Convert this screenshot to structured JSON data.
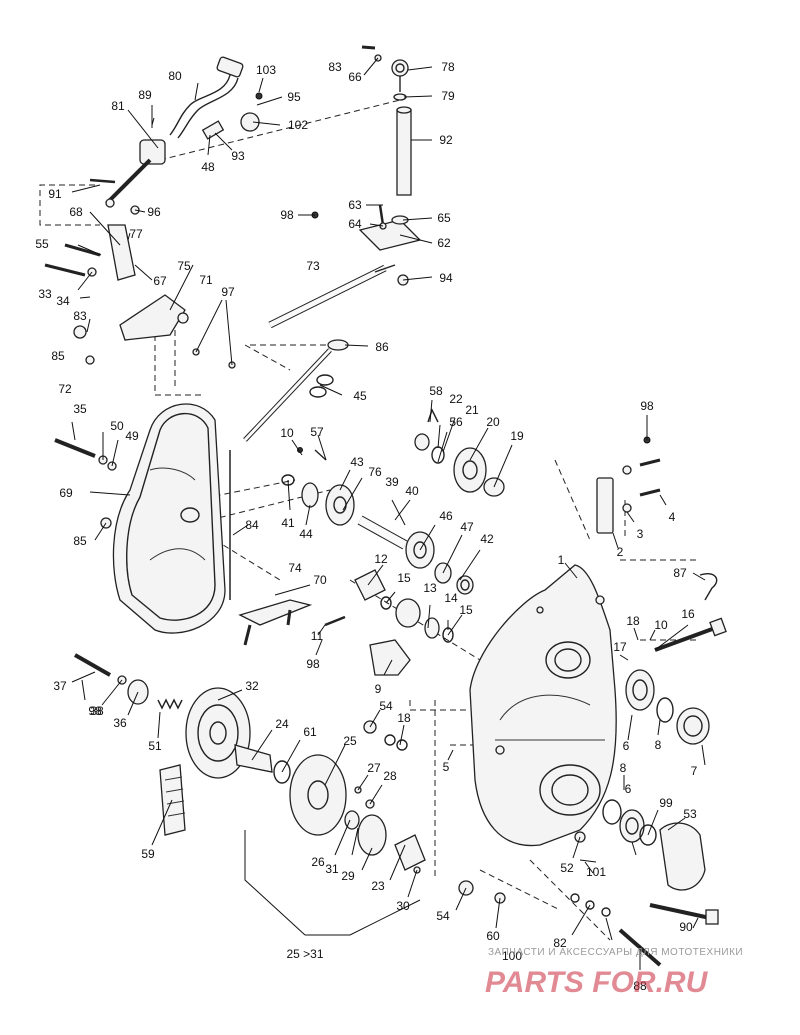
{
  "callouts": [
    {
      "id": "c1",
      "text": "1"
    },
    {
      "id": "c2",
      "text": "2"
    },
    {
      "id": "c3",
      "text": "3"
    },
    {
      "id": "c4",
      "text": "4"
    },
    {
      "id": "c5",
      "text": "5"
    },
    {
      "id": "c6a",
      "text": "6"
    },
    {
      "id": "c6b",
      "text": "6"
    },
    {
      "id": "c7",
      "text": "7"
    },
    {
      "id": "c8a",
      "text": "8"
    },
    {
      "id": "c8b",
      "text": "8"
    },
    {
      "id": "c9",
      "text": "9"
    },
    {
      "id": "c10a",
      "text": "10"
    },
    {
      "id": "c10b",
      "text": "10"
    },
    {
      "id": "c11",
      "text": "11"
    },
    {
      "id": "c12",
      "text": "12"
    },
    {
      "id": "c13",
      "text": "13"
    },
    {
      "id": "c14",
      "text": "14"
    },
    {
      "id": "c15a",
      "text": "15"
    },
    {
      "id": "c15b",
      "text": "15"
    },
    {
      "id": "c16",
      "text": "16"
    },
    {
      "id": "c17",
      "text": "17"
    },
    {
      "id": "c18a",
      "text": "18"
    },
    {
      "id": "c18b",
      "text": "18"
    },
    {
      "id": "c19",
      "text": "19"
    },
    {
      "id": "c20",
      "text": "20"
    },
    {
      "id": "c21",
      "text": "21"
    },
    {
      "id": "c22",
      "text": "22"
    },
    {
      "id": "c23",
      "text": "23"
    },
    {
      "id": "c24",
      "text": "24"
    },
    {
      "id": "c25",
      "text": "25"
    },
    {
      "id": "c26",
      "text": "26"
    },
    {
      "id": "c27",
      "text": "27"
    },
    {
      "id": "c28",
      "text": "28"
    },
    {
      "id": "c29",
      "text": "29"
    },
    {
      "id": "c30",
      "text": "30"
    },
    {
      "id": "c31",
      "text": "31"
    },
    {
      "id": "c32",
      "text": "32"
    },
    {
      "id": "c33",
      "text": "33"
    },
    {
      "id": "c34",
      "text": "34"
    },
    {
      "id": "c35",
      "text": "35"
    },
    {
      "id": "c36",
      "text": "36"
    },
    {
      "id": "c37",
      "text": "37"
    },
    {
      "id": "c38",
      "text": "38"
    },
    {
      "id": "c39",
      "text": "39"
    },
    {
      "id": "c40",
      "text": "40"
    },
    {
      "id": "c41",
      "text": "41"
    },
    {
      "id": "c42",
      "text": "42"
    },
    {
      "id": "c43",
      "text": "43"
    },
    {
      "id": "c44",
      "text": "44"
    },
    {
      "id": "c45",
      "text": "45"
    },
    {
      "id": "c46",
      "text": "46"
    },
    {
      "id": "c47",
      "text": "47"
    },
    {
      "id": "c48",
      "text": "48"
    },
    {
      "id": "c49",
      "text": "49"
    },
    {
      "id": "c50",
      "text": "50"
    },
    {
      "id": "c51",
      "text": "51"
    },
    {
      "id": "c52",
      "text": "52"
    },
    {
      "id": "c53",
      "text": "53"
    },
    {
      "id": "c54a",
      "text": "54"
    },
    {
      "id": "c54b",
      "text": "54"
    },
    {
      "id": "c55",
      "text": "55"
    },
    {
      "id": "c56",
      "text": "56"
    },
    {
      "id": "c57",
      "text": "57"
    },
    {
      "id": "c58",
      "text": "58"
    },
    {
      "id": "c59",
      "text": "59"
    },
    {
      "id": "c60",
      "text": "60"
    },
    {
      "id": "c61",
      "text": "61"
    },
    {
      "id": "c62",
      "text": "62"
    },
    {
      "id": "c63",
      "text": "63"
    },
    {
      "id": "c64",
      "text": "64"
    },
    {
      "id": "c65",
      "text": "65"
    },
    {
      "id": "c66",
      "text": "66"
    },
    {
      "id": "c67",
      "text": "67"
    },
    {
      "id": "c68",
      "text": "68"
    },
    {
      "id": "c69",
      "text": "69"
    },
    {
      "id": "c70",
      "text": "70"
    },
    {
      "id": "c71",
      "text": "71"
    },
    {
      "id": "c72",
      "text": "72"
    },
    {
      "id": "c73",
      "text": "73"
    },
    {
      "id": "c74",
      "text": "74"
    },
    {
      "id": "c75",
      "text": "75"
    },
    {
      "id": "c76",
      "text": "76"
    },
    {
      "id": "c77",
      "text": "77"
    },
    {
      "id": "c78",
      "text": "78"
    },
    {
      "id": "c79",
      "text": "79"
    },
    {
      "id": "c80",
      "text": "80"
    },
    {
      "id": "c81",
      "text": "81"
    },
    {
      "id": "c82",
      "text": "82"
    },
    {
      "id": "c83a",
      "text": "83"
    },
    {
      "id": "c83b",
      "text": "83"
    },
    {
      "id": "c84",
      "text": "84"
    },
    {
      "id": "c85a",
      "text": "85"
    },
    {
      "id": "c85b",
      "text": "85"
    },
    {
      "id": "c86",
      "text": "86"
    },
    {
      "id": "c87",
      "text": "87"
    },
    {
      "id": "c88",
      "text": "88"
    },
    {
      "id": "c89",
      "text": "89"
    },
    {
      "id": "c90",
      "text": "90"
    },
    {
      "id": "c91",
      "text": "91"
    },
    {
      "id": "c92",
      "text": "92"
    },
    {
      "id": "c93",
      "text": "93"
    },
    {
      "id": "c94",
      "text": "94"
    },
    {
      "id": "c95",
      "text": "95"
    },
    {
      "id": "c96",
      "text": "96"
    },
    {
      "id": "c97",
      "text": "97"
    },
    {
      "id": "c98a",
      "text": "98"
    },
    {
      "id": "c98b",
      "text": "98"
    },
    {
      "id": "c98c",
      "text": "98"
    },
    {
      "id": "c98d",
      "text": "98"
    },
    {
      "id": "c99",
      "text": "99"
    },
    {
      "id": "c100",
      "text": "100"
    },
    {
      "id": "c101",
      "text": "101"
    },
    {
      "id": "c102",
      "text": "102"
    },
    {
      "id": "c103",
      "text": "103"
    },
    {
      "id": "c-group",
      "text": "25 >31"
    }
  ],
  "watermark": {
    "caption": "ЗАПЧАСТИ И АКСЕССУАРЫ ДЛЯ МОТОТЕХНИКИ",
    "logo": "PARTS FOR.RU"
  }
}
